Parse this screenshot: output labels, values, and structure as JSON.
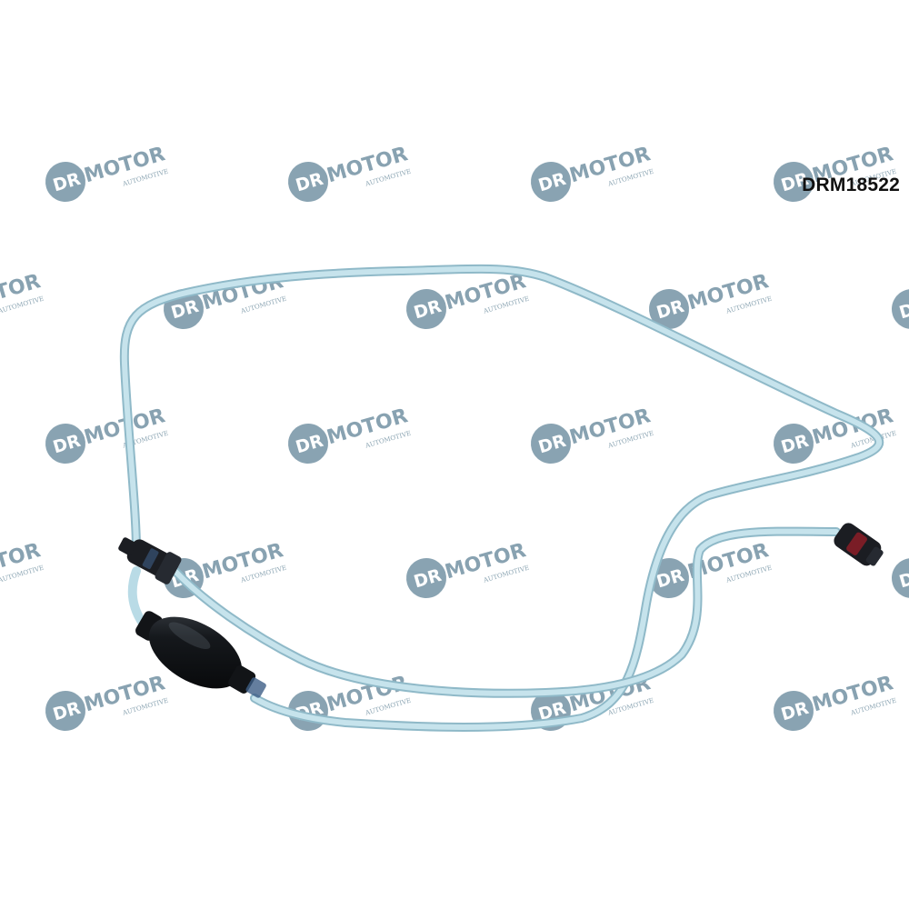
{
  "product": {
    "part_code": "DRM18522"
  },
  "watermark": {
    "brand_prefix": "DR",
    "brand_name": "MOTOR",
    "brand_sub": "AUTOMOTIVE",
    "color": "#5b7f93"
  },
  "colors": {
    "background": "#ffffff",
    "hose": "#b9dbe6",
    "hose_edge": "#8fb9c8",
    "bulb": "#121417",
    "connector": "#1b1d22",
    "connector_accent": "#3d5e86",
    "clip_red": "#7a1d26"
  }
}
